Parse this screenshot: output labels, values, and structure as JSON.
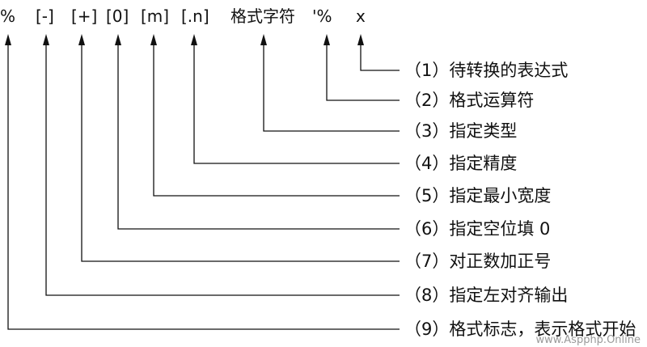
{
  "format_tokens": [
    "%",
    "[-]",
    "[+]",
    "[0]",
    "[m]",
    "[.n]",
    "格式字符",
    "'%",
    "x"
  ],
  "descriptions": [
    {
      "num": "（1）",
      "text": "待转换的表达式"
    },
    {
      "num": "（2）",
      "text": "格式运算符"
    },
    {
      "num": "（3）",
      "text": "指定类型"
    },
    {
      "num": "（4）",
      "text": "指定精度"
    },
    {
      "num": "（5）",
      "text": "指定最小宽度"
    },
    {
      "num": "（6）",
      "text": "指定空位填 0"
    },
    {
      "num": "（7）",
      "text": "对正数加正号"
    },
    {
      "num": "（8）",
      "text": "指定左对齐输出"
    },
    {
      "num": "（9）",
      "text": "格式标志，表示格式开始"
    }
  ],
  "watermark": "www.Aspphp.Online"
}
